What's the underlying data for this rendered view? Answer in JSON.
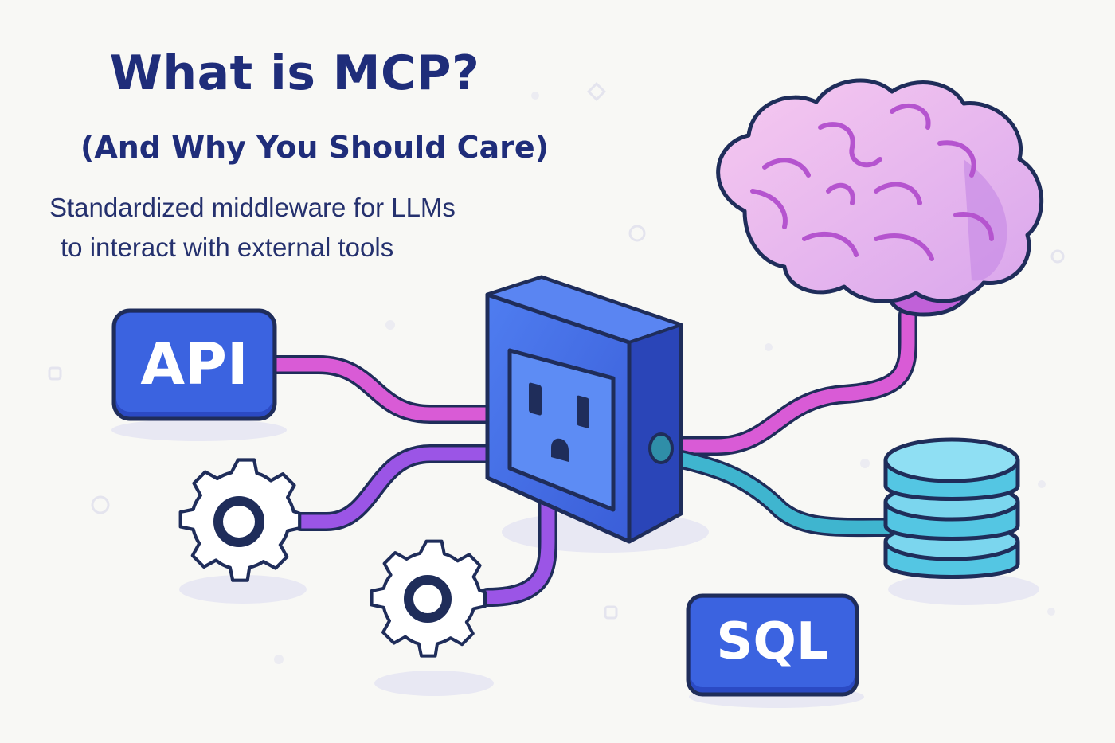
{
  "title": "What is MCP?",
  "subtitle": "(And Why You Should Care)",
  "tagline": {
    "line1": "Standardized middleware for LLMs",
    "line2": "to interact with external tools"
  },
  "nodes": {
    "api_label": "API",
    "sql_label": "SQL"
  },
  "icons": {
    "hub": "power-socket-icon",
    "model": "brain-icon",
    "tool1": "gear-icon",
    "tool2": "gear-icon",
    "data": "database-icon"
  },
  "colors": {
    "title": "#1f2d7a",
    "box_blue": "#3b63e0",
    "outline": "#1f2d5a",
    "magenta_wire": "#d95bd6",
    "purple_wire": "#9b55e6",
    "teal_wire": "#3fb5cf",
    "brain": "#efb8ee",
    "database": "#54c6e3"
  }
}
